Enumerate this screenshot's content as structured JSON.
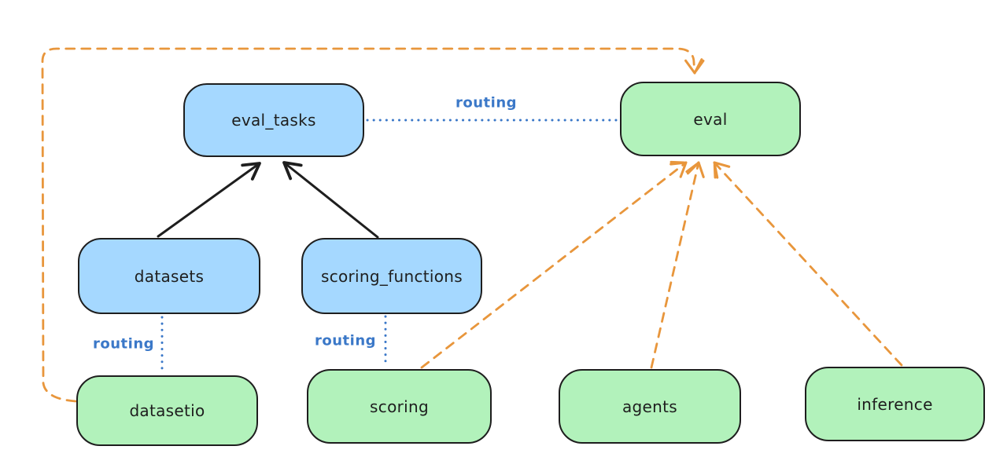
{
  "colors": {
    "stroke": "#1e1e1e",
    "blue_fill": "#a5d8ff",
    "green_fill": "#b2f2bb",
    "blue_line": "#3b78c8",
    "orange": "#e8963c",
    "background": "#ffffff"
  },
  "nodes": [
    {
      "id": "eval_tasks",
      "label": "eval_tasks",
      "color": "blue"
    },
    {
      "id": "eval",
      "label": "eval",
      "color": "green"
    },
    {
      "id": "datasets",
      "label": "datasets",
      "color": "blue"
    },
    {
      "id": "scoring_functions",
      "label": "scoring_functions",
      "color": "blue"
    },
    {
      "id": "datasetio",
      "label": "datasetio",
      "color": "green"
    },
    {
      "id": "scoring",
      "label": "scoring",
      "color": "green"
    },
    {
      "id": "agents",
      "label": "agents",
      "color": "green"
    },
    {
      "id": "inference",
      "label": "inference",
      "color": "green"
    }
  ],
  "labels": {
    "routing_top": "routing",
    "routing_left": "routing",
    "routing_middle": "routing"
  },
  "edges": [
    {
      "from": "datasets",
      "to": "eval_tasks",
      "style": "solid-black-arrow",
      "label": ""
    },
    {
      "from": "scoring_functions",
      "to": "eval_tasks",
      "style": "solid-black-arrow",
      "label": ""
    },
    {
      "from": "eval_tasks",
      "to": "eval",
      "style": "dotted-blue",
      "label": "routing"
    },
    {
      "from": "datasets",
      "to": "datasetio",
      "style": "dotted-blue",
      "label": "routing"
    },
    {
      "from": "scoring_functions",
      "to": "scoring",
      "style": "dotted-blue",
      "label": "routing"
    },
    {
      "from": "datasetio",
      "to": "eval",
      "style": "dashed-orange-arrow",
      "label": ""
    },
    {
      "from": "scoring",
      "to": "eval",
      "style": "dashed-orange-arrow",
      "label": ""
    },
    {
      "from": "agents",
      "to": "eval",
      "style": "dashed-orange-arrow",
      "label": ""
    },
    {
      "from": "inference",
      "to": "eval",
      "style": "dashed-orange-arrow",
      "label": ""
    }
  ]
}
